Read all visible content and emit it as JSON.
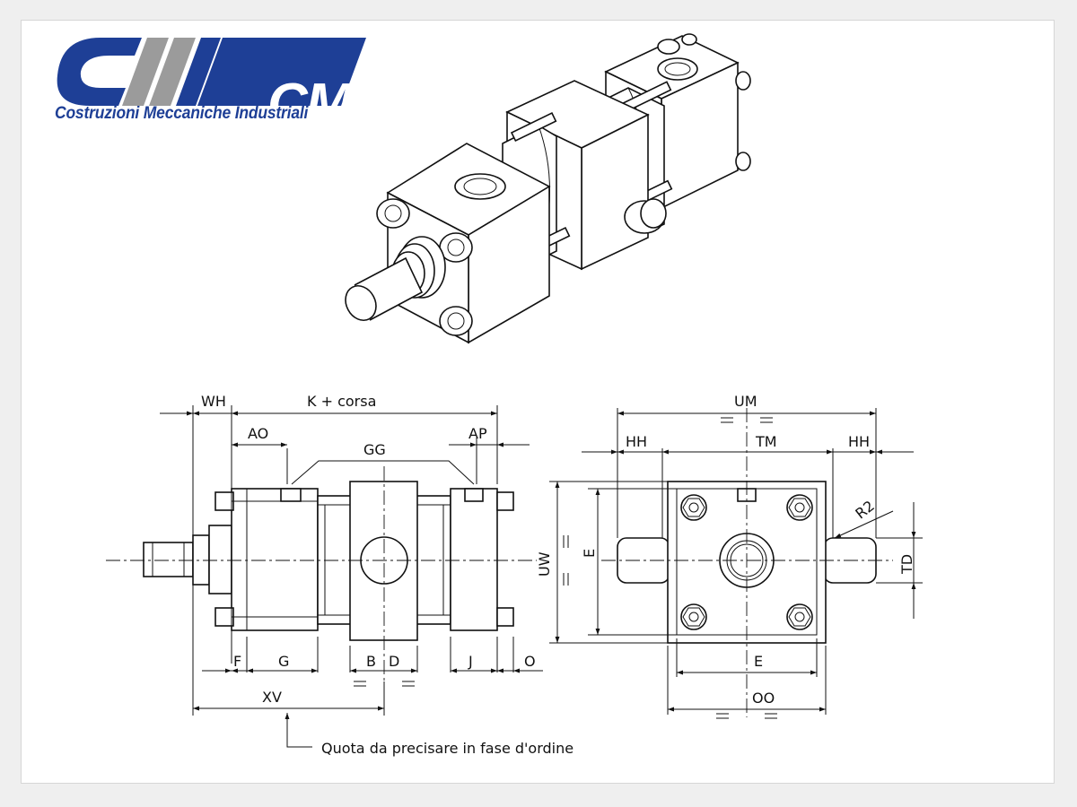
{
  "logo": {
    "brand": "CMI",
    "tagline": "Costruzioni Meccaniche Industriali",
    "colors": {
      "blue": "#1e3f96",
      "gray": "#9b9b9b"
    }
  },
  "drawing": {
    "side_view_labels": {
      "wh": "WH",
      "k_corsa": "K + corsa",
      "ao": "AO",
      "ap": "AP",
      "gg": "GG",
      "f": "F",
      "g": "G",
      "b": "B",
      "d": "D",
      "j": "J",
      "o": "O",
      "xv": "XV"
    },
    "end_view_labels": {
      "um": "UM",
      "hh_left": "HH",
      "tm": "TM",
      "hh_right": "HH",
      "r2": "R2",
      "uw": "UW",
      "e_vertical": "E",
      "td": "TD",
      "e_horizontal": "E",
      "oo": "OO"
    },
    "note": "Quota da precisare in fase d'ordine"
  }
}
